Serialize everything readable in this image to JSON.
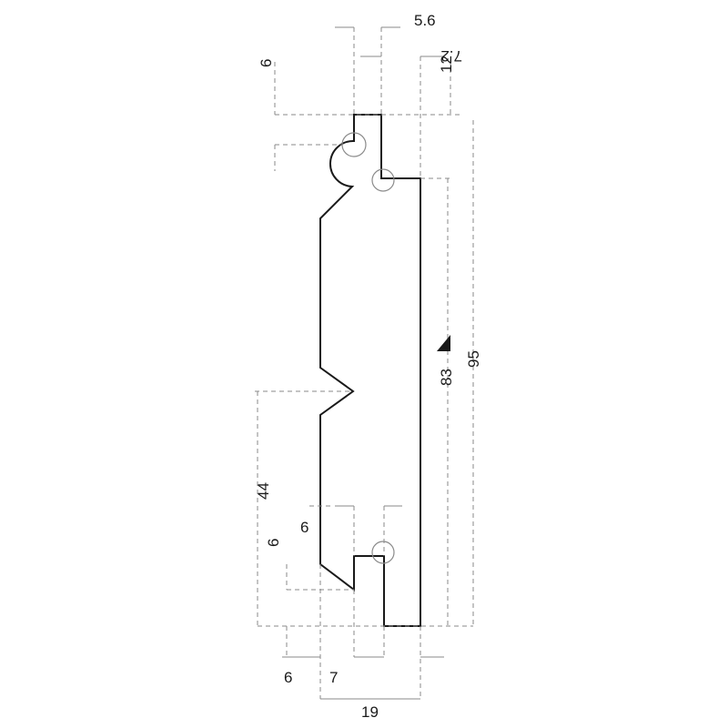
{
  "dimensions": {
    "d_5_6": "5.6",
    "d_7_2": "7.2",
    "d_12": "12",
    "d_6_top": "6",
    "d_95": "95",
    "d_83": "83",
    "d_44": "44",
    "d_6_upper": "6",
    "d_6_left": "6",
    "d_6_bottom": "6",
    "d_7": "7",
    "d_19": "19"
  },
  "colors": {
    "outline": "#1a1a1a",
    "dimension_lines": "#8a8a8a",
    "background": "#ffffff"
  },
  "symbols": {
    "face_marker": "triangle-face-icon"
  }
}
